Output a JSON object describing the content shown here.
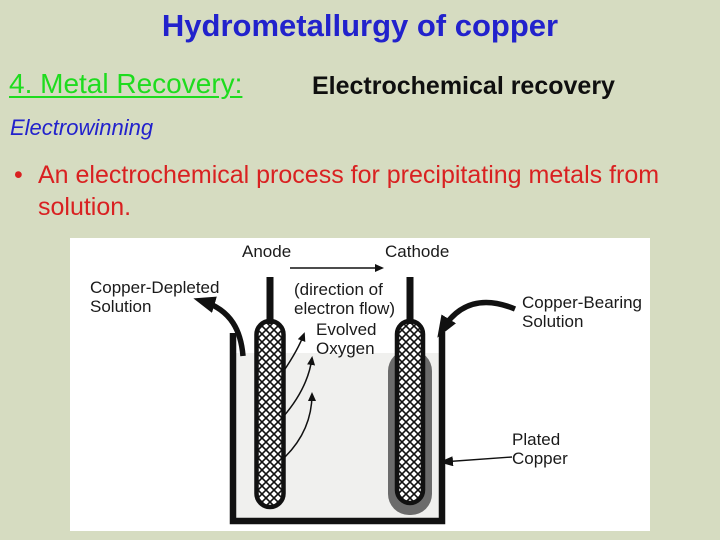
{
  "slide": {
    "title": "Hydrometallurgy of copper",
    "section_heading": "4. Metal Recovery:",
    "subheading": "Electrochemical recovery",
    "method_label": "Electrowinning",
    "bullet": {
      "marker": "•",
      "text": "An electrochemical process for precipitating metals from solution."
    }
  },
  "diagram": {
    "labels": {
      "anode": "Anode",
      "cathode": "Cathode",
      "direction_line1": "(direction of",
      "direction_line2": "electron flow)",
      "evolved_line1": "Evolved",
      "evolved_line2": "Oxygen",
      "depleted_line1": "Copper-Depleted",
      "depleted_line2": "Solution",
      "bearing_line1": "Copper-Bearing",
      "bearing_line2": "Solution",
      "plated_line1": "Plated",
      "plated_line2": "Copper"
    }
  },
  "colors": {
    "background": "#d6dcc1",
    "title_blue": "#2222cc",
    "heading_green": "#1edc1e",
    "body_red": "#d92121",
    "figure_background": "#ffffff",
    "solution_fill": "#f0f0ee",
    "plated_copper_gray": "#6b6b6b",
    "ink": "#111111"
  }
}
